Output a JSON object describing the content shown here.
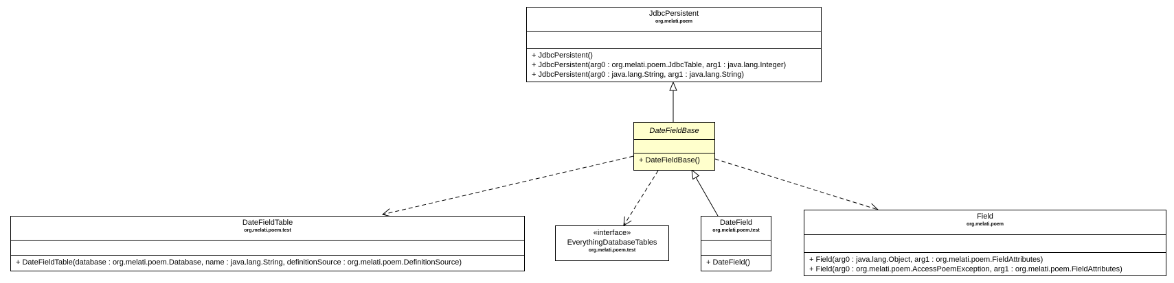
{
  "classes": {
    "jdbc_persistent": {
      "name": "JdbcPersistent",
      "package": "org.melati.poem",
      "methods": [
        "+ JdbcPersistent()",
        "+ JdbcPersistent(arg0 : org.melati.poem.JdbcTable, arg1 : java.lang.Integer)",
        "+ JdbcPersistent(arg0 : java.lang.String, arg1 : java.lang.String)"
      ]
    },
    "date_field_base": {
      "name": "DateFieldBase",
      "methods": [
        "+ DateFieldBase()"
      ]
    },
    "date_field_table": {
      "name": "DateFieldTable",
      "package": "org.melati.poem.test",
      "methods": [
        "+ DateFieldTable(database : org.melati.poem.Database, name : java.lang.String, definitionSource : org.melati.poem.DefinitionSource)"
      ]
    },
    "everything_database_tables": {
      "stereotype": "«interface»",
      "name": "EverythingDatabaseTables",
      "package": "org.melati.poem.test"
    },
    "date_field": {
      "name": "DateField",
      "package": "org.melati.poem.test",
      "methods": [
        "+ DateField()"
      ]
    },
    "field": {
      "name": "Field",
      "package": "org.melati.poem",
      "methods": [
        "+ Field(arg0 : java.lang.Object, arg1 : org.melati.poem.FieldAttributes)",
        "+ Field(arg0 : org.melati.poem.AccessPoemException, arg1 : org.melati.poem.FieldAttributes)"
      ]
    }
  },
  "colors": {
    "highlight": "#ffffcc",
    "line": "#000000"
  }
}
